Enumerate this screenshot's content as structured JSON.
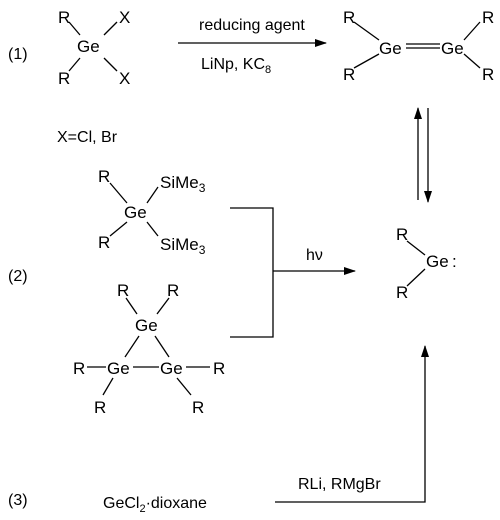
{
  "steps": {
    "one": {
      "num": "(1)"
    },
    "two": {
      "num": "(2)"
    },
    "three": {
      "num": "(3)"
    }
  },
  "atoms": {
    "R": "R",
    "X": "X",
    "Ge": "Ge",
    "SiMe": "SiMe",
    "sub3": "3"
  },
  "reaction1": {
    "reagent_top": "reducing agent",
    "reagent_bottom_main": "LiNp, KC",
    "reagent_bottom_sub": "8",
    "x_definition": "X=Cl, Br"
  },
  "reaction2": {
    "condition": "hν"
  },
  "reaction3": {
    "reactant_main": "GeCl",
    "reactant_sub": "2",
    "reactant_tail": "·dioxane",
    "reagents": "RLi, RMgBr"
  },
  "germylene": {
    "lone_pair": ":"
  }
}
